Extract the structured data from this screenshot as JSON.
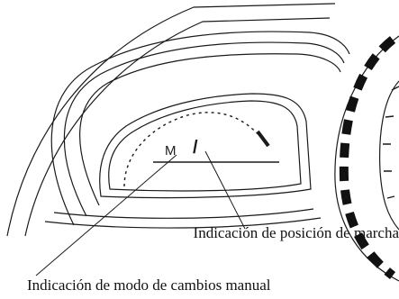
{
  "display": {
    "mode_indicator": "M",
    "gear_indicator": "/"
  },
  "labels": {
    "gear_position": "Indicación de posición de marcha",
    "manual_mode": "Indicación de modo de cambios manual"
  },
  "colors": {
    "line": "#1a1a1a",
    "background": "#ffffff"
  }
}
